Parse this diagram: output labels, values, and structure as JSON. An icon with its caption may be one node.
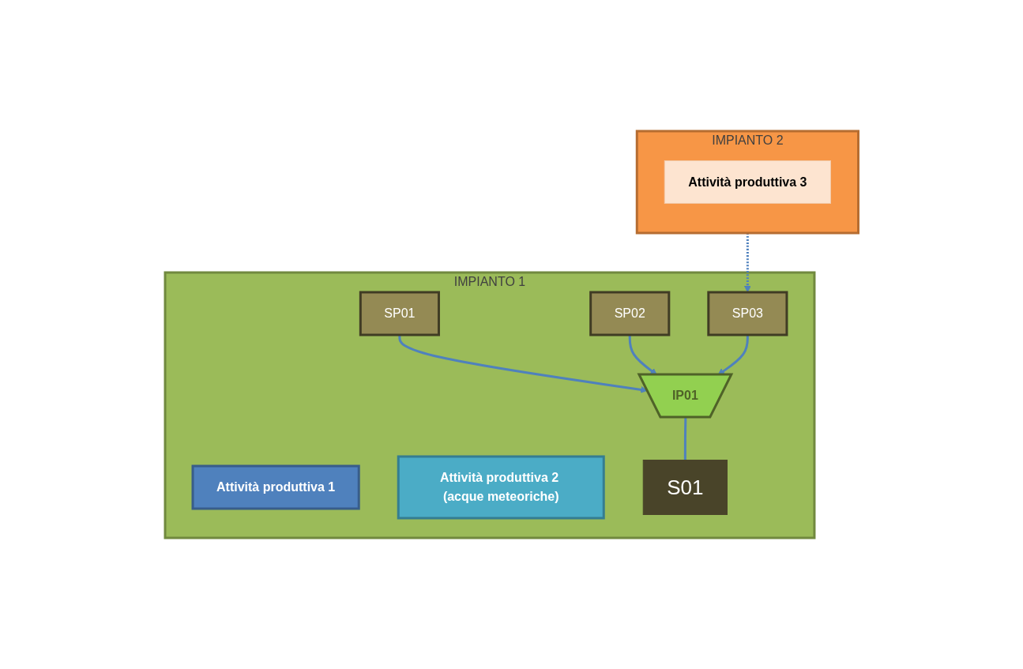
{
  "diagram": {
    "nodes": [
      {
        "text": [
          "IMPIANTO 1"
        ]
      },
      {
        "text": [
          "Attività produttiva 1"
        ],
        "in": 0
      },
      {
        "text": [
          "SP01"
        ],
        "in": 0
      },
      {
        "text": [
          "Attività produttiva 2 (acque meteoriche)"
        ],
        "in": 0
      },
      {
        "text": [
          "SP02"
        ],
        "in": 0
      },
      {
        "text": [
          "SP03"
        ],
        "in": 0
      },
      {
        "text": [
          "IP01"
        ],
        "in": 0
      },
      {
        "text": [
          "S01"
        ],
        "in": 0
      },
      {
        "text": [
          "IMPIANTO 2"
        ]
      },
      {
        "text": [
          "Attività produttiva 3"
        ],
        "in": 8
      }
    ],
    "edges": [
      {
        "from": 2,
        "to": 6,
        "arrow": "to"
      },
      {
        "from": 4,
        "to": 6,
        "arrow": "to"
      },
      {
        "from": 5,
        "to": 6,
        "arrow": "to"
      },
      {
        "from": 8,
        "to": 5,
        "arrow": "to",
        "style": "dashed"
      },
      {
        "from": 6,
        "to": 7,
        "arrow": "none"
      }
    ]
  }
}
